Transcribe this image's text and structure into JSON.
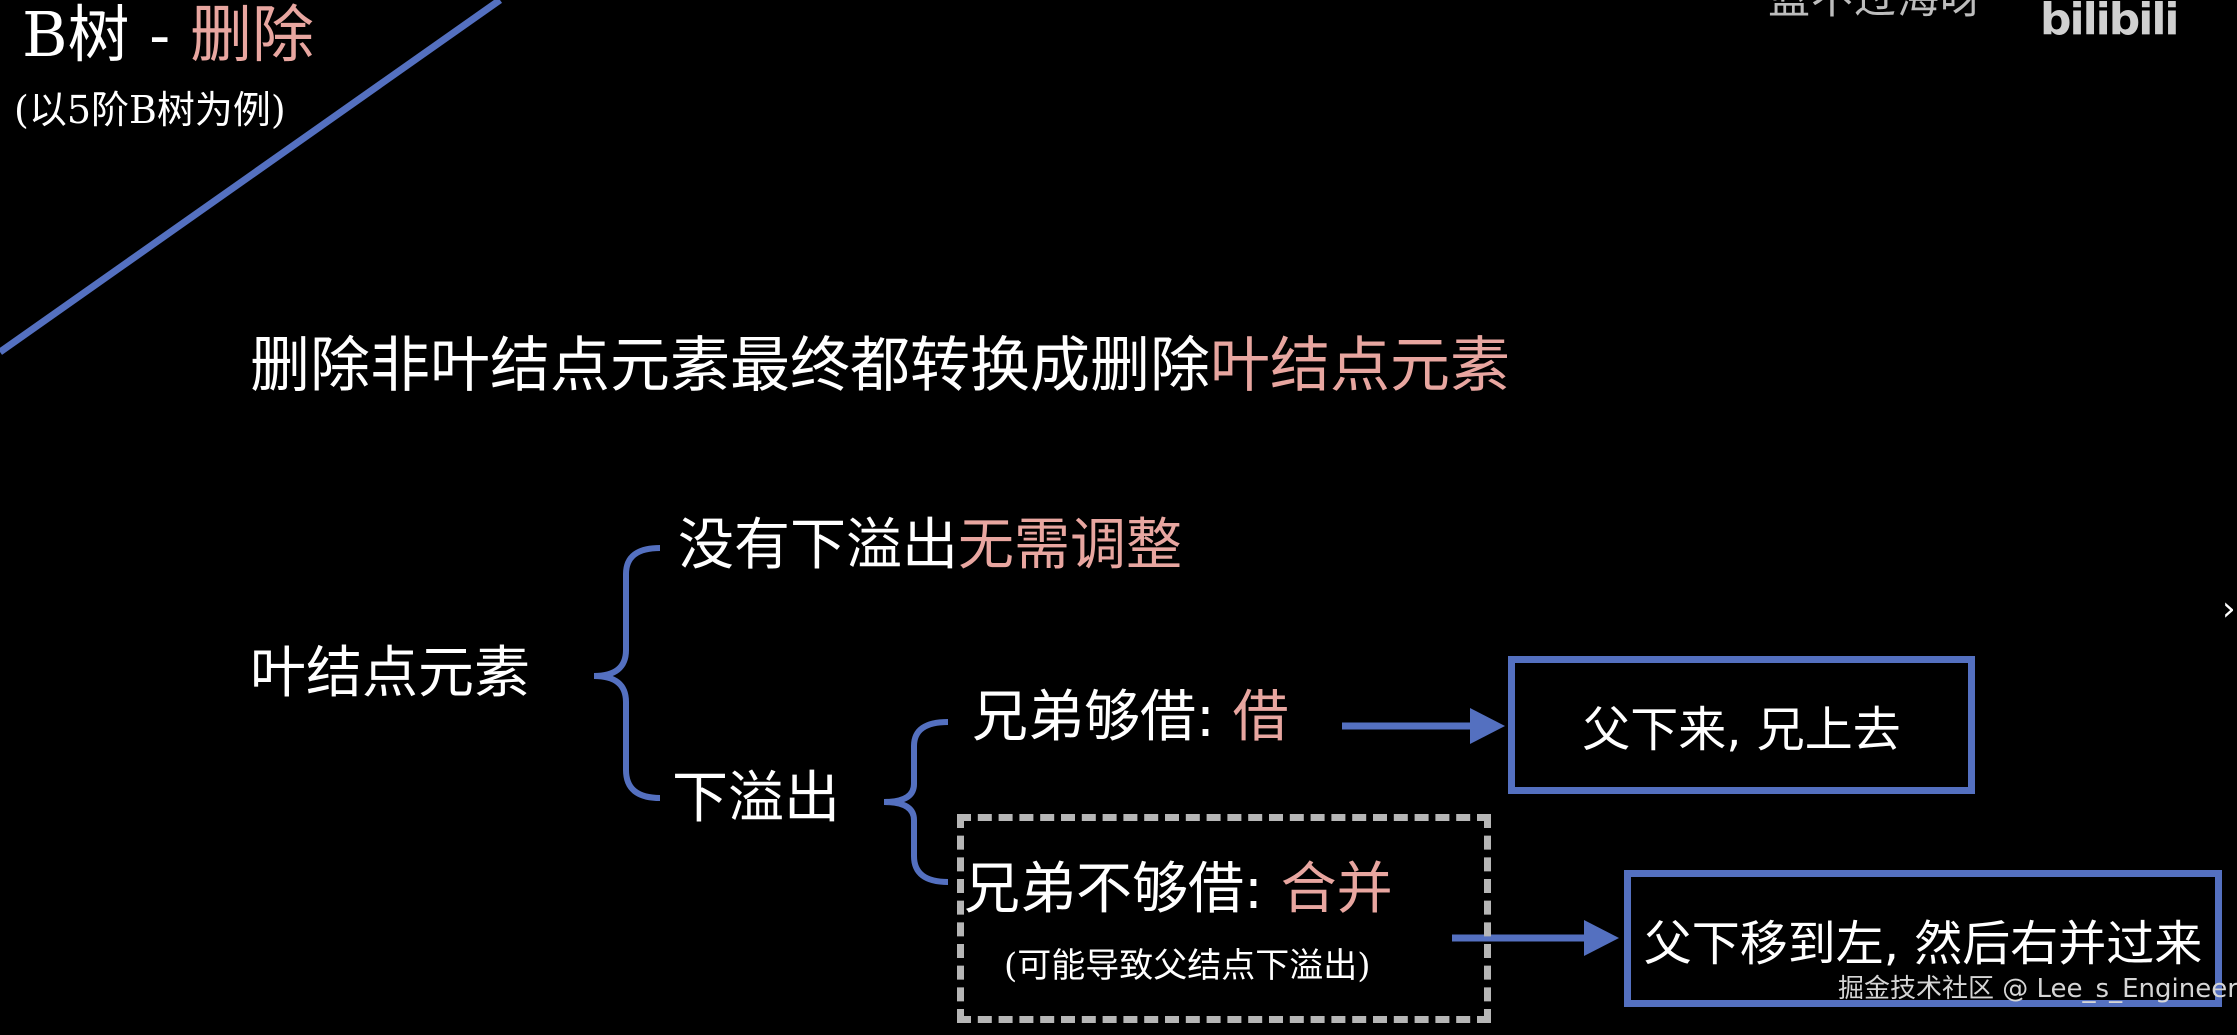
{
  "header": {
    "title_prefix": "B树 - ",
    "title_highlight": "删除",
    "subtitle": "(以5阶B树为例)",
    "watermark": "蓝不过海呀",
    "platform_logo": "bilibili"
  },
  "headline": {
    "text": "删除非叶结点元素最终都转换成删除",
    "highlight": "叶结点元素"
  },
  "tree": {
    "root_label": "叶结点元素",
    "no_underflow": {
      "text": "没有下溢出",
      "highlight": "无需调整"
    },
    "underflow": {
      "label": "下溢出",
      "sibling_enough": {
        "text": "兄弟够借: ",
        "highlight": "借",
        "result": "父下来, 兄上去"
      },
      "sibling_not_enough": {
        "text": "兄弟不够借: ",
        "highlight": "合并",
        "note": "(可能导致父结点下溢出)",
        "result": "父下移到左, 然后右并过来"
      }
    }
  },
  "footer": {
    "watermark": "掘金技术社区 @ Lee_s_Engineer"
  },
  "colors": {
    "background": "#000000",
    "highlight": "#e8a6a0",
    "accent_blue": "#5470c0",
    "dashed_gray": "#b6b6b6"
  },
  "icons": {
    "edge_cursor": "chevron-right-icon"
  }
}
